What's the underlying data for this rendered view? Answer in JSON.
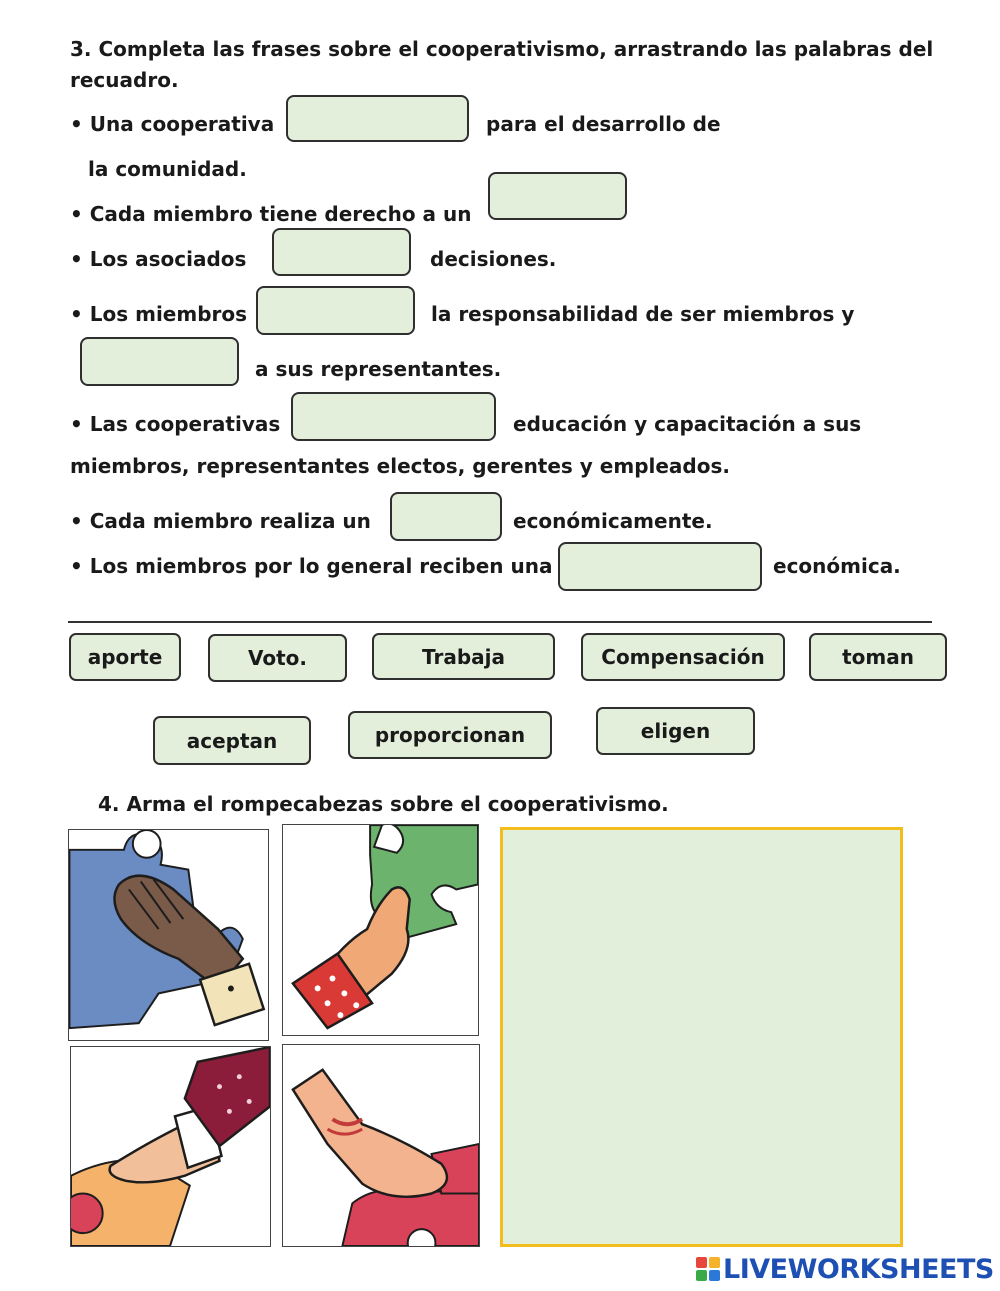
{
  "exercise3": {
    "title_line1": "3. Completa las frases sobre el cooperativismo, arrastrando las palabras del",
    "title_line2": "recuadro.",
    "s1_before": "• Una cooperativa",
    "s1_after": "para el desarrollo de",
    "s1_line2": "la comunidad.",
    "s2_before": "• Cada miembro tiene derecho a un",
    "s3_before": "• Los asociados",
    "s3_after": "decisiones.",
    "s4_before": "• Los miembros",
    "s4_after": "la responsabilidad de ser miembros y",
    "s4_line2_after": "a sus representantes.",
    "s5_before": "• Las cooperativas",
    "s5_after": "educación y capacitación a sus",
    "s5_line2": "miembros, representantes electos, gerentes y empleados.",
    "s6_before": "• Cada miembro realiza un",
    "s6_after": "económicamente.",
    "s7_before": "• Los miembros por lo general reciben una",
    "s7_after": "económica."
  },
  "word_bank": [
    "aporte",
    "Voto.",
    "Trabaja",
    "Compensación",
    "toman",
    "aceptan",
    "proporcionan",
    "eligen"
  ],
  "exercise4": {
    "title": "4.  Arma el rompecabezas sobre el cooperativismo."
  },
  "puzzle_pieces": [
    {
      "name": "puzzle-piece-brown-hand-blue-piece",
      "colors": [
        "#6b8cc3",
        "#7a5a48",
        "#f3e3b8"
      ]
    },
    {
      "name": "puzzle-piece-peach-hand-green-piece",
      "colors": [
        "#6cb46e",
        "#f0a877",
        "#d93a35"
      ]
    },
    {
      "name": "puzzle-piece-hand-yellow-piece",
      "colors": [
        "#f5b26b",
        "#f1c09a",
        "#8b1c3a"
      ]
    },
    {
      "name": "puzzle-piece-hand-red-piece",
      "colors": [
        "#d9435a",
        "#f3b38e",
        "#c33a3a"
      ]
    }
  ],
  "brand": {
    "logo_text": "LIVEWORKSHEETS",
    "logo_color": "#1e50b4",
    "target_border_color": "#f2bd1d",
    "target_fill_color": "#e2efda"
  }
}
